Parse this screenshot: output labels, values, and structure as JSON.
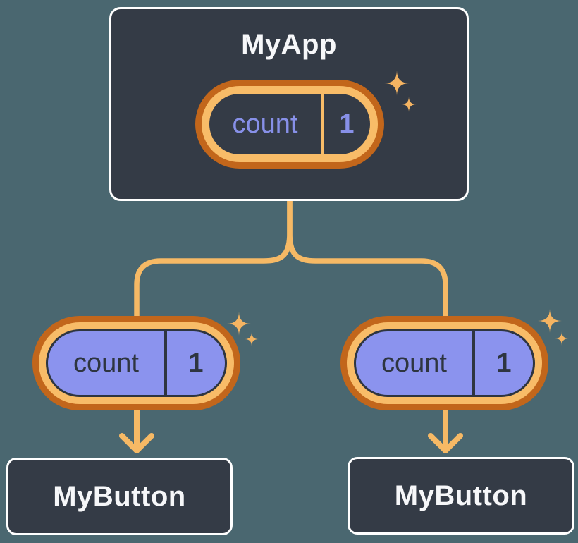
{
  "diagram": {
    "root": {
      "title": "MyApp",
      "state": {
        "name": "count",
        "value": "1"
      }
    },
    "children": [
      {
        "title": "MyButton",
        "state": {
          "name": "count",
          "value": "1"
        }
      },
      {
        "title": "MyButton",
        "state": {
          "name": "count",
          "value": "1"
        }
      }
    ]
  },
  "icons": {
    "sparkle": "sparkle-icon (4-point star, appears beside each state pill)"
  },
  "palette": {
    "background": "#4A6770",
    "node_fill": "#343B46",
    "node_border": "#FFFFFF",
    "node_text": "#F6F7F9",
    "pill_ring_outer": "#C2661B",
    "pill_ring_inner": "#F8BC68",
    "pill_fill_child": "#8B93EE",
    "pill_text_dark": "#2E3540",
    "pill_text_purple": "#8790E8",
    "connector": "#F6B965",
    "sparkle": "#F5B462"
  }
}
